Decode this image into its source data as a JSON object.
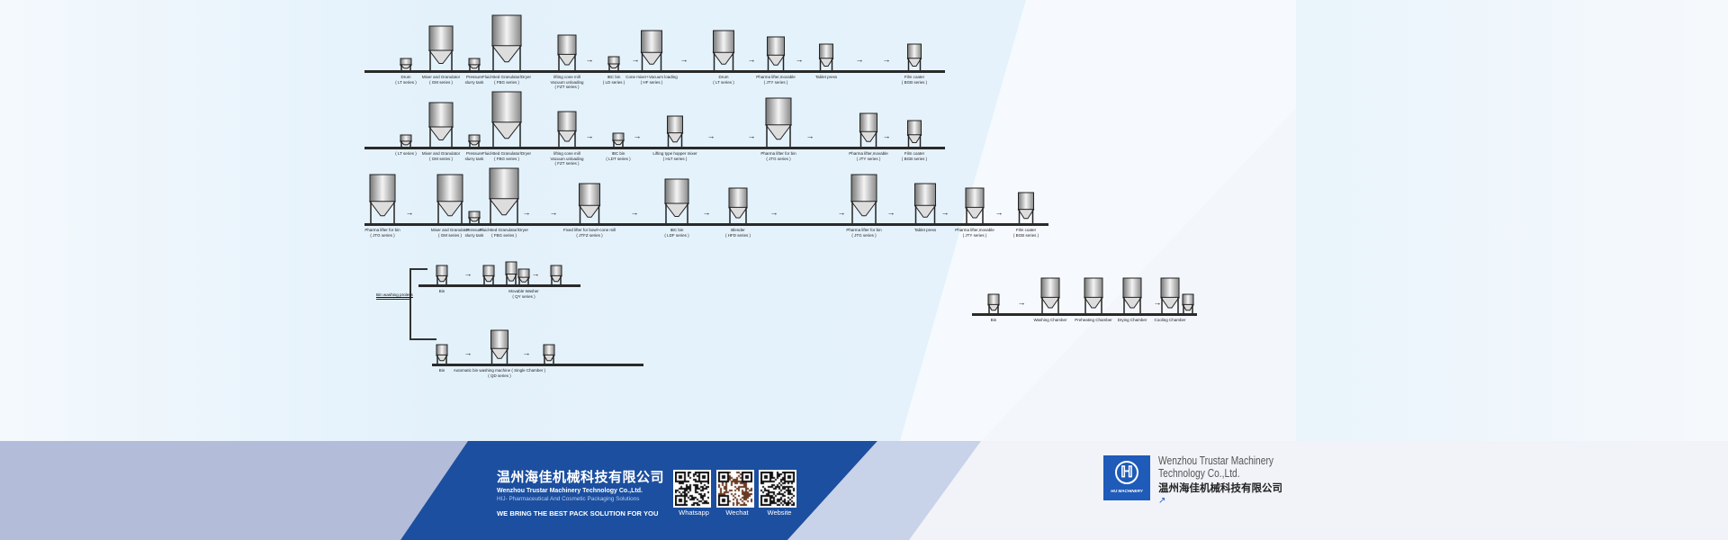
{
  "colors": {
    "sky": "#e3f1fb",
    "band_blue": "#1c4f9f",
    "band_gray": "#b3bcd9",
    "brand_blue": "#1f5bb8"
  },
  "rows": [
    {
      "stations": [
        {
          "label": "Drum",
          "series": "( LT series )"
        },
        {
          "label": "Mixer and Granulator",
          "series": "( GM series )"
        },
        {
          "label": "Pressure",
          "series": "slurry tank"
        },
        {
          "label": "Fluid-Bed Granulator/Dryer",
          "series": "( FBG series )"
        },
        {
          "label": "lifting cone mill",
          "series": "Vacuum unloading",
          "series2": "( FZT series )"
        },
        {
          "label": "IBC bin",
          "series": "( LD series )"
        },
        {
          "label": "Cone mixer+Vacuum loading",
          "series": "( HF series )"
        },
        {
          "label": "Drum",
          "series": "( LT series )"
        },
        {
          "label": "Pharma lifter,movable",
          "series": "( JTY series )"
        },
        {
          "label": "Tablet press",
          "series": ""
        },
        {
          "label": "Film coater",
          "series": "( BGB series )"
        }
      ]
    },
    {
      "stations": [
        {
          "label": "( LT series )",
          "series": ""
        },
        {
          "label": "Mixer and Granulator",
          "series": "( GM series )"
        },
        {
          "label": "Pressure",
          "series": "slurry tank"
        },
        {
          "label": "Fluid-Bed Granulator/Dryer",
          "series": "( FBG series )"
        },
        {
          "label": "lifting cone mill",
          "series": "Vacuum unloading",
          "series2": "( FZT series )"
        },
        {
          "label": "IBC bin",
          "series": "( LDT series )"
        },
        {
          "label": "Lifting type hopper mixer",
          "series": "( HLT series )"
        },
        {
          "label": "Pharma lifter for bin",
          "series": "( JTG series )"
        },
        {
          "label": "Pharma lifter,movable",
          "series": "( JTY series )"
        },
        {
          "label": "Film coater",
          "series": "( BGB series )"
        }
      ]
    },
    {
      "stations": [
        {
          "label": "Pharma lifter for bin",
          "series": "( JTG series )"
        },
        {
          "label": "Mixer and Granulator",
          "series": "( GM series )"
        },
        {
          "label": "Pressure",
          "series": "slurry tank"
        },
        {
          "label": "Fluid-Bed Granulator/Dryer",
          "series": "( FBG series )"
        },
        {
          "label": "Fixed lifter for bowl+cone mill",
          "series": "( JTFZ series )"
        },
        {
          "label": "IBC bin",
          "series": "( LDF series )"
        },
        {
          "label": "Blender",
          "series": "( HFD series )"
        },
        {
          "label": "Pharma lifter for bin",
          "series": "( JTG series )"
        },
        {
          "label": "Tablet press",
          "series": ""
        },
        {
          "label": "Pharma lifter,movable",
          "series": "( JTY series )"
        },
        {
          "label": "Film coater",
          "series": "( BGB series )"
        }
      ]
    },
    {
      "stations": [
        {
          "label": "Bin",
          "series": ""
        },
        {
          "label": "Movable Washer",
          "series": "( QY series )"
        }
      ]
    },
    {
      "stations": [
        {
          "label": "Bin",
          "series": ""
        },
        {
          "label": "Automatic bin washing machine ( Single Chamber )",
          "series": "( QD series )"
        }
      ]
    },
    {
      "stations": [
        {
          "label": "Bin",
          "series": ""
        },
        {
          "label": "Washing Chamber",
          "series": ""
        },
        {
          "label": "Preheating Chamber",
          "series": ""
        },
        {
          "label": "Drying Chamber",
          "series": ""
        },
        {
          "label": "Cooling Chamber",
          "series": ""
        }
      ]
    }
  ],
  "wash_label": "Bin washing proless",
  "footer": {
    "company_cn": "温州海佳机械科技有限公司",
    "company_en": "Wenzhou Trustar Machinery Technology Co.,Ltd.",
    "tagline": "HIJ- Pharmaceutical And Cosmetic Packaging Solutions",
    "slogan": "WE BRING THE BEST PACK SOLUTION FOR YOU",
    "qr": [
      {
        "label": "Whatsapp"
      },
      {
        "label": "Wechat"
      },
      {
        "label": "Website"
      }
    ]
  },
  "brand": {
    "logo_sub": "HIJ MACHINERY",
    "en_line1": "Wenzhou Trustar Machinery",
    "en_line2": "Technology Co.,Ltd.",
    "cn": "温州海佳机械科技有限公司",
    "link_icon": "↗"
  }
}
